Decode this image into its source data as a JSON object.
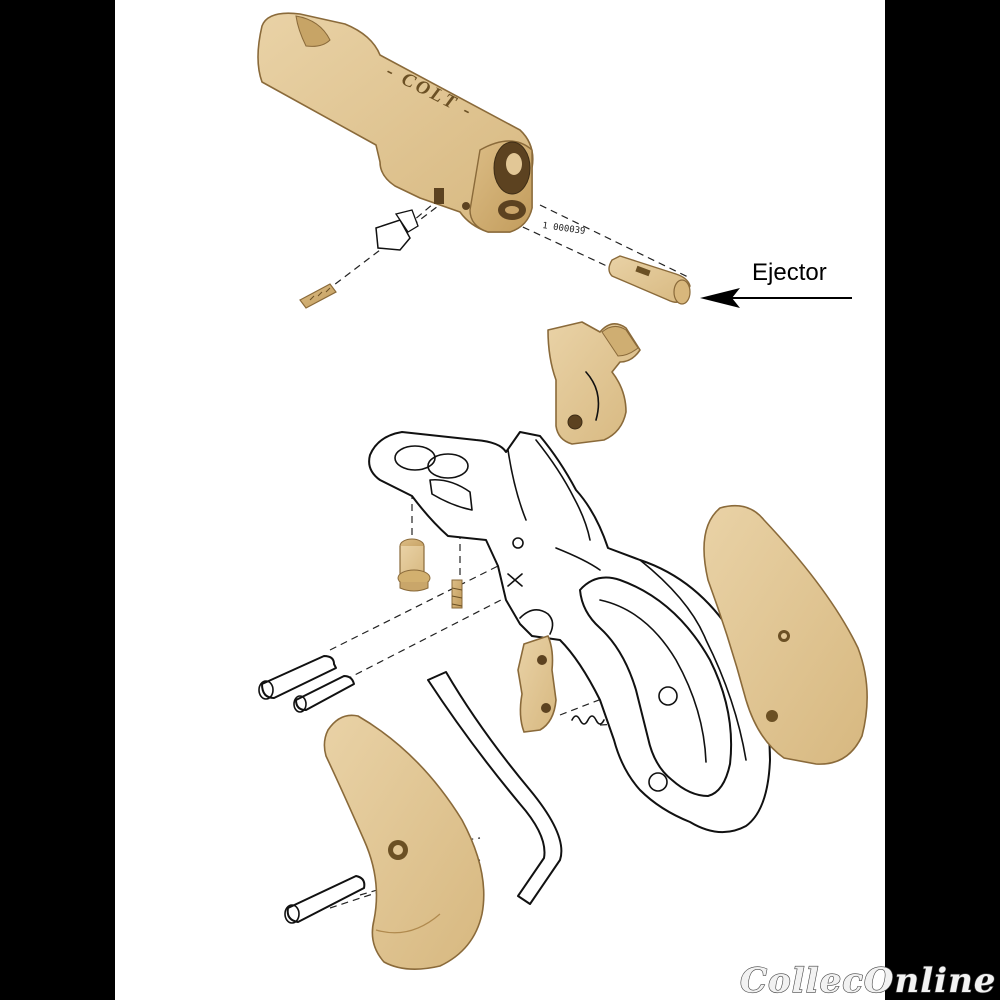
{
  "labels": {
    "ejector": "Ejector",
    "barrel_marking": "- COLT -",
    "barrel_serial": "1 000039",
    "watermark": "CollecOnline"
  },
  "colors": {
    "part_fill": "#e2c796",
    "part_shade": "#c9a66a",
    "part_outline": "#8a6a3a",
    "frame_fill": "#ffffff",
    "background": "#000000",
    "page": "#ffffff"
  }
}
